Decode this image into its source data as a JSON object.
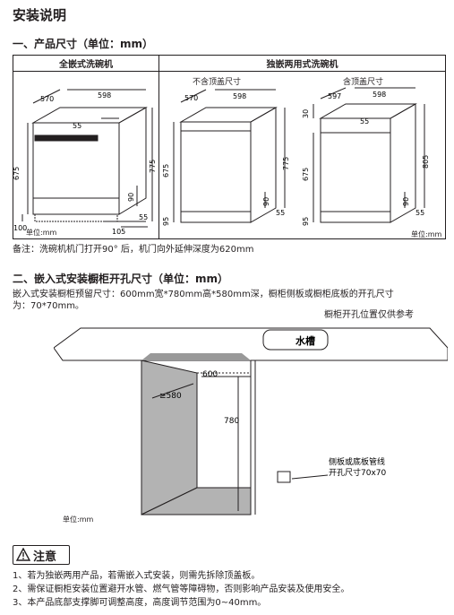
{
  "doc_title": "安装说明",
  "section1": {
    "heading": "一、产品尺寸（单位：mm）",
    "col_builtin": "全嵌式洗碗机",
    "col_dual": "独嵌两用式洗碗机",
    "sub_no_top": "不含顶盖尺寸",
    "sub_with_top": "含顶盖尺寸",
    "unit_label": "单位:mm",
    "dims_builtin": {
      "depth": "570",
      "width": "598",
      "door": "55",
      "body": "675",
      "total": "775",
      "foot": "90",
      "toe": "55",
      "bottom": "100",
      "base": "105"
    },
    "dims_no_top": {
      "depth": "570",
      "width": "598",
      "body": "675",
      "total": "775",
      "foot": "90",
      "toe": "55",
      "bottom": "95"
    },
    "dims_with_top": {
      "top": "30",
      "depth": "597",
      "width": "598",
      "door": "55",
      "body": "675",
      "total": "805",
      "foot": "90",
      "toe": "55",
      "bottom": "95"
    },
    "remark": "备注：洗碗机机门打开90° 后，机门向外延伸深度为620mm"
  },
  "section2": {
    "heading": "二、嵌入式安装橱柜开孔尺寸（单位：mm）",
    "desc_line1": "嵌入式安装橱柜预留尺寸：600mm宽*780mm高*580mm深，橱柜侧板或橱柜底板的开孔尺寸",
    "desc_line2": "为：70*70mm。",
    "ref_note": "橱柜开孔位置仅供参考",
    "sink_label": "水槽",
    "dim_width": "600",
    "dim_depth": "≥580",
    "dim_height": "780",
    "hole_label_1": "侧板或底板管线",
    "hole_label_2": "开孔尺寸70x70",
    "unit_label": "单位:mm"
  },
  "notice": {
    "title": "注意",
    "items": [
      "1、若为独嵌两用产品，若需嵌入式安装，则需先拆除顶盖板。",
      "2、需保证橱柜安装位置避开水管、燃气管等障碍物，否则影响产品安装及使用安全。",
      "3、本产品底部支撑脚可调整高度，高度调节范围为0~40mm。"
    ]
  },
  "colors": {
    "text": "#231f20",
    "cabinet": "#b3b3b3",
    "line": "#231f20"
  }
}
